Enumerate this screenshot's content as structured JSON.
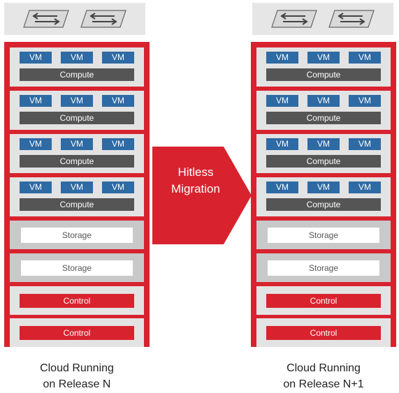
{
  "colors": {
    "rack_red": "#d8232f",
    "vm_blue": "#2e6aa3",
    "compute_gray": "#555555",
    "slot_gray": "#e3e3e3",
    "storage_slot_gray": "#c9c9c9",
    "switch_bar_gray": "#e6e6e6"
  },
  "icons": [
    "network-switch-icon"
  ],
  "arrow": {
    "line1": "Hitless",
    "line2": "Migration"
  },
  "clouds": [
    {
      "caption_line1": "Cloud Running",
      "caption_line2": "on Release N",
      "slots": [
        {
          "type": "compute",
          "vms": [
            "VM",
            "VM",
            "VM"
          ],
          "label": "Compute"
        },
        {
          "type": "compute",
          "vms": [
            "VM",
            "VM",
            "VM"
          ],
          "label": "Compute"
        },
        {
          "type": "compute",
          "vms": [
            "VM",
            "VM",
            "VM"
          ],
          "label": "Compute"
        },
        {
          "type": "compute",
          "vms": [
            "VM",
            "VM",
            "VM"
          ],
          "label": "Compute"
        },
        {
          "type": "storage",
          "label": "Storage"
        },
        {
          "type": "storage",
          "label": "Storage"
        },
        {
          "type": "control",
          "label": "Control"
        },
        {
          "type": "control",
          "label": "Control"
        }
      ]
    },
    {
      "caption_line1": "Cloud Running",
      "caption_line2": "on Release N+1",
      "slots": [
        {
          "type": "compute",
          "vms": [
            "VM",
            "VM",
            "VM"
          ],
          "label": "Compute"
        },
        {
          "type": "compute",
          "vms": [
            "VM",
            "VM",
            "VM"
          ],
          "label": "Compute"
        },
        {
          "type": "compute",
          "vms": [
            "VM",
            "VM",
            "VM"
          ],
          "label": "Compute"
        },
        {
          "type": "compute",
          "vms": [
            "VM",
            "VM",
            "VM"
          ],
          "label": "Compute"
        },
        {
          "type": "storage",
          "label": "Storage"
        },
        {
          "type": "storage",
          "label": "Storage"
        },
        {
          "type": "control",
          "label": "Control"
        },
        {
          "type": "control",
          "label": "Control"
        }
      ]
    }
  ]
}
